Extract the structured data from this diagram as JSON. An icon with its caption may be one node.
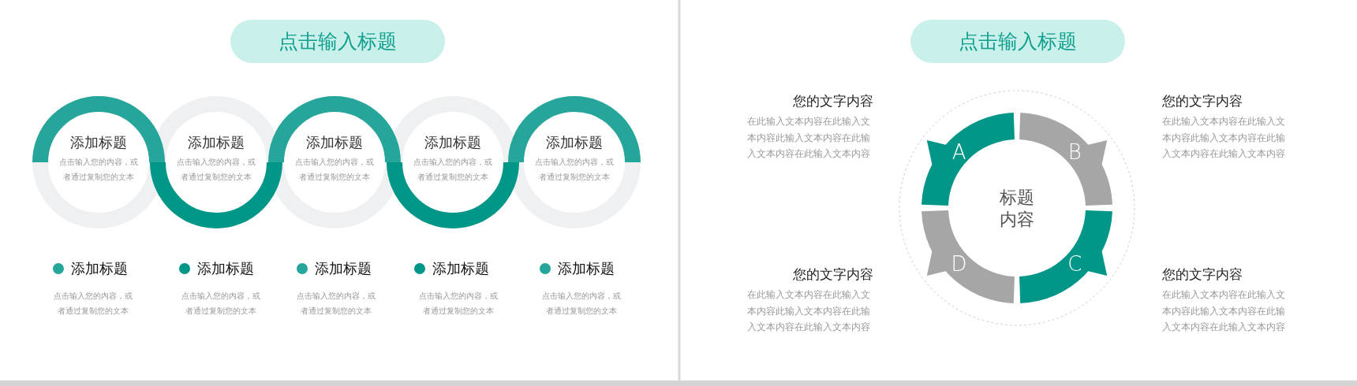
{
  "diagram": {
    "nodes": [
      {
        "text": [
          "点击输入标题"
        ]
      },
      {
        "text": [
          "添加标题",
          "点击输入您的内容，或者通过复制您的文本"
        ]
      },
      {
        "text": [
          "添加标题",
          "点击输入您的内容，或者通过复制您的文本"
        ]
      },
      {
        "text": [
          "添加标题",
          "点击输入您的内容，或者通过复制您的文本"
        ]
      },
      {
        "text": [
          "添加标题",
          "点击输入您的内容，或者通过复制您的文本"
        ]
      },
      {
        "text": [
          "添加标题",
          "点击输入您的内容，或者通过复制您的文本"
        ]
      },
      {
        "text": [
          "点击输入标题"
        ]
      },
      {
        "text": [],
        "shape": "circle"
      },
      {
        "text": [
          "A"
        ],
        "in": 7
      },
      {
        "text": [
          "B"
        ],
        "in": 7
      },
      {
        "text": [
          "C"
        ],
        "in": 7
      },
      {
        "text": [
          "D"
        ],
        "in": 7
      },
      {
        "text": [
          "标题内容"
        ],
        "in": 7
      }
    ],
    "labels": [
      "添加标题",
      "点击输入您的内容，或者通过复制您的文本",
      "添加标题",
      "点击输入您的内容，或者通过复制您的文本",
      "添加标题",
      "点击输入您的内容，或者通过复制您的文本",
      "添加标题",
      "点击输入您的内容，或者通过复制您的文本",
      "添加标题",
      "点击输入您的内容，或者通过复制您的文本",
      "您的文字内容",
      "在此输入文本内容在此输入文本内容此输入文本内容在此输入文本内容在此输入文本内容",
      "您的文字内容",
      "在此输入文本内容在此输入文本内容此输入文本内容在此输入文本内容在此输入文本内容",
      "您的文字内容",
      "在此输入文本内容在此输入文本内容此输入文本内容在此输入文本内容在此输入文本内容",
      "您的文字内容",
      "在此输入文本内容在此输入文本内容此输入文本内容在此输入文本内容在此输入文本内容"
    ]
  }
}
